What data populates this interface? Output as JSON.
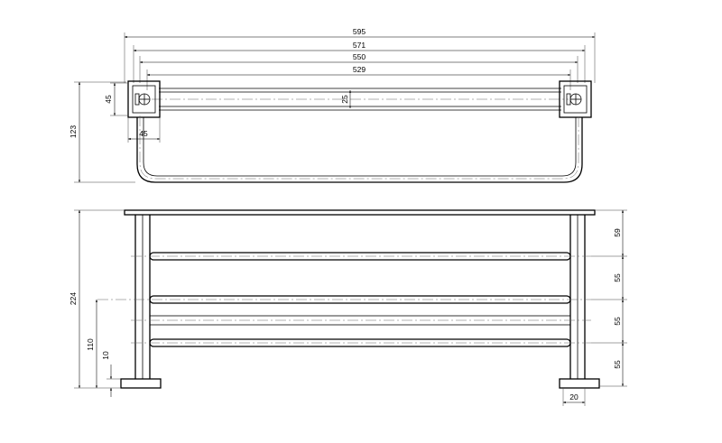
{
  "top_view": {
    "dims": {
      "overall_width": "595",
      "rail_outer_width": "571",
      "rail_mid_width": "550",
      "rail_inner_width": "529",
      "bracket_height": "45",
      "bracket_width": "45",
      "rail_gap": "25",
      "overall_depth": "123"
    }
  },
  "front_view": {
    "dims": {
      "overall_height": "224",
      "lower_height": "110",
      "base_thickness": "10",
      "spacing_top": "59",
      "spacing_2": "55",
      "spacing_3": "55",
      "spacing_4": "55",
      "foot_width": "20"
    }
  },
  "colors": {
    "line": "#000000",
    "centerline": "#666666",
    "background": "#ffffff"
  }
}
